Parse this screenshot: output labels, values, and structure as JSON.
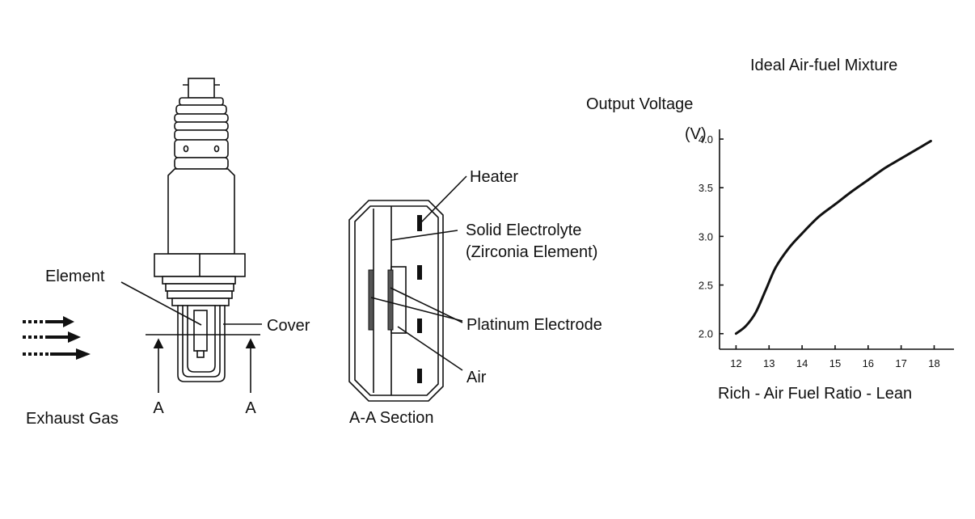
{
  "sensor": {
    "element_label": "Element",
    "cover_label": "Cover",
    "exhaust_label": "Exhaust Gas",
    "section_mark_left": "A",
    "section_mark_right": "A"
  },
  "section": {
    "heater_label": "Heater",
    "solid_electrolyte_label": "Solid Electrolyte",
    "zirconia_label": "(Zirconia Element)",
    "platinum_label": "Platinum Electrode",
    "air_label": "Air",
    "caption": "A-A Section"
  },
  "chart_data": {
    "type": "line",
    "title": "Ideal Air-fuel Mixture",
    "ylabel": "Output Voltage",
    "yunit": "(V)",
    "xlabel": "Rich - Air Fuel Ratio - Lean",
    "xlim": [
      11.5,
      18.6
    ],
    "ylim": [
      1.84,
      4.1
    ],
    "xticks": [
      "12",
      "13",
      "14",
      "15",
      "16",
      "17",
      "18"
    ],
    "yticks": [
      "2.0",
      "2.5",
      "3.0",
      "3.5",
      "4.0"
    ],
    "series": [
      {
        "x": [
          12.0,
          12.3,
          12.6,
          12.9,
          13.2,
          13.6,
          14.0,
          14.5,
          15.0,
          15.5,
          16.0,
          16.5,
          17.0,
          17.5,
          17.9
        ],
        "y": [
          2.0,
          2.08,
          2.22,
          2.45,
          2.68,
          2.88,
          3.03,
          3.2,
          3.33,
          3.46,
          3.58,
          3.7,
          3.8,
          3.9,
          3.98
        ]
      }
    ]
  }
}
